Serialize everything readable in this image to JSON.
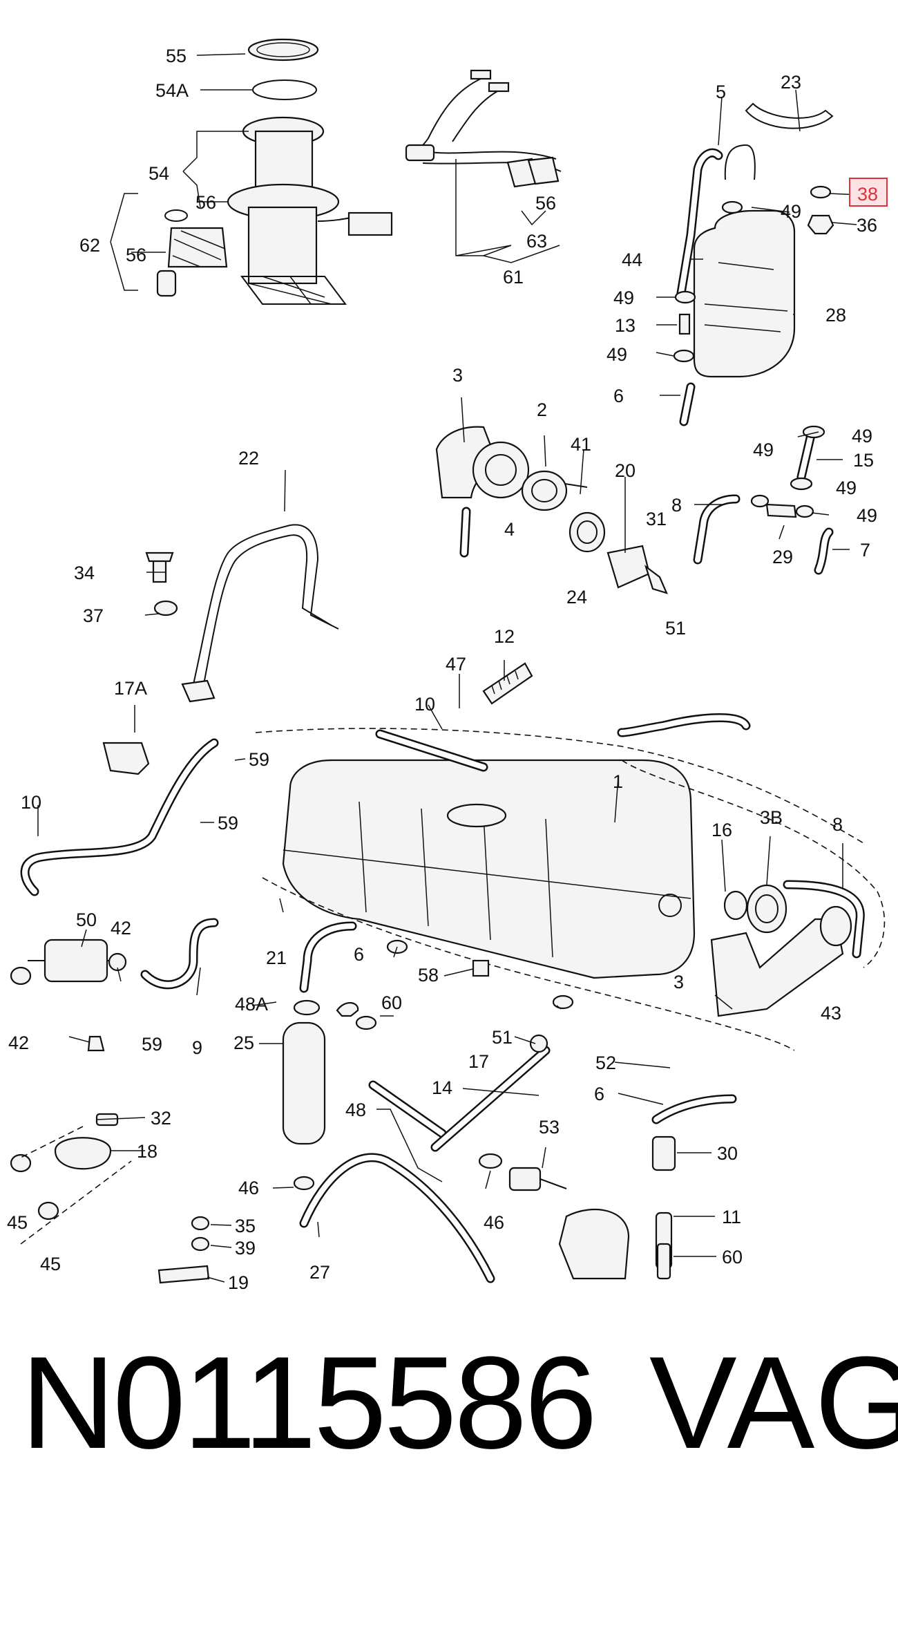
{
  "footer": {
    "part_number": "N0115586",
    "brand": "VAG"
  },
  "highlight": {
    "label": "38",
    "color": "#e0303a",
    "fill": "#fbe3e5"
  },
  "labels": {
    "l55": "55",
    "l54a": "54A",
    "l54": "54",
    "l56a": "56",
    "l62": "62",
    "l56b": "56",
    "l56c": "56",
    "l63": "63",
    "l61": "61",
    "l5": "5",
    "l23": "23",
    "l38": "38",
    "l49a": "49",
    "l36": "36",
    "l44": "44",
    "l49b": "49",
    "l28": "28",
    "l13": "13",
    "l49c": "49",
    "l6a": "6",
    "l3a": "3",
    "l2": "2",
    "l41": "41",
    "l20": "20",
    "l31": "31",
    "l4": "4",
    "l24": "24",
    "l49d": "49",
    "l15": "15",
    "l49e": "49",
    "l49f": "49",
    "l8a": "8",
    "l49g": "49",
    "l29": "29",
    "l7": "7",
    "l22": "22",
    "l34": "34",
    "l37": "37",
    "l17a": "17A",
    "l12": "12",
    "l47": "47",
    "l51a": "51",
    "l10a": "10",
    "l59a": "59",
    "l1": "1",
    "l10b": "10",
    "l59b": "59",
    "l16": "16",
    "l3b": "3B",
    "l8b": "8",
    "l50": "50",
    "l42a": "42",
    "l42b": "42",
    "l59c": "59",
    "l9": "9",
    "l21": "21",
    "l6b": "6",
    "l60a": "60",
    "l58": "58",
    "l3c": "3",
    "l43": "43",
    "l48a": "48A",
    "l25": "25",
    "l51b": "51",
    "l17": "17",
    "l52": "52",
    "l14": "14",
    "l6c": "6",
    "l48": "48",
    "l32": "32",
    "l18": "18",
    "l45a": "45",
    "l45b": "45",
    "l46a": "46",
    "l53": "53",
    "l30": "30",
    "l35": "35",
    "l39": "39",
    "l27": "27",
    "l46b": "46",
    "l11": "11",
    "l19": "19",
    "l60b": "60"
  }
}
